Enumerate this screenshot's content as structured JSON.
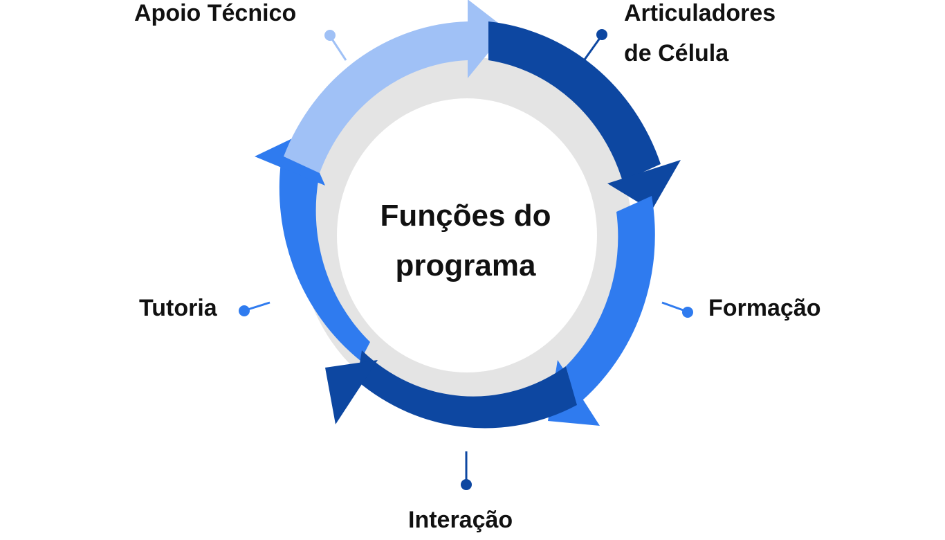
{
  "diagram": {
    "center_title": [
      "Funções do",
      "programa"
    ],
    "stages": [
      {
        "id": "articuladores",
        "label_lines": [
          "Articuladores",
          "de Célula"
        ],
        "color": "#0D47A1"
      },
      {
        "id": "formacao",
        "label_lines": [
          "Formação"
        ],
        "color": "#2F7BEF"
      },
      {
        "id": "interacao",
        "label_lines": [
          "Interação"
        ],
        "color": "#0D47A1"
      },
      {
        "id": "tutoria",
        "label_lines": [
          "Tutoria"
        ],
        "color": "#2F7BEF"
      },
      {
        "id": "apoio",
        "label_lines": [
          "Apoio Técnico"
        ],
        "color": "#A0C1F6"
      }
    ],
    "colors": {
      "inner_ring": "#E4E4E4",
      "center_fill": "#FFFFFF",
      "text": "#111111"
    }
  }
}
